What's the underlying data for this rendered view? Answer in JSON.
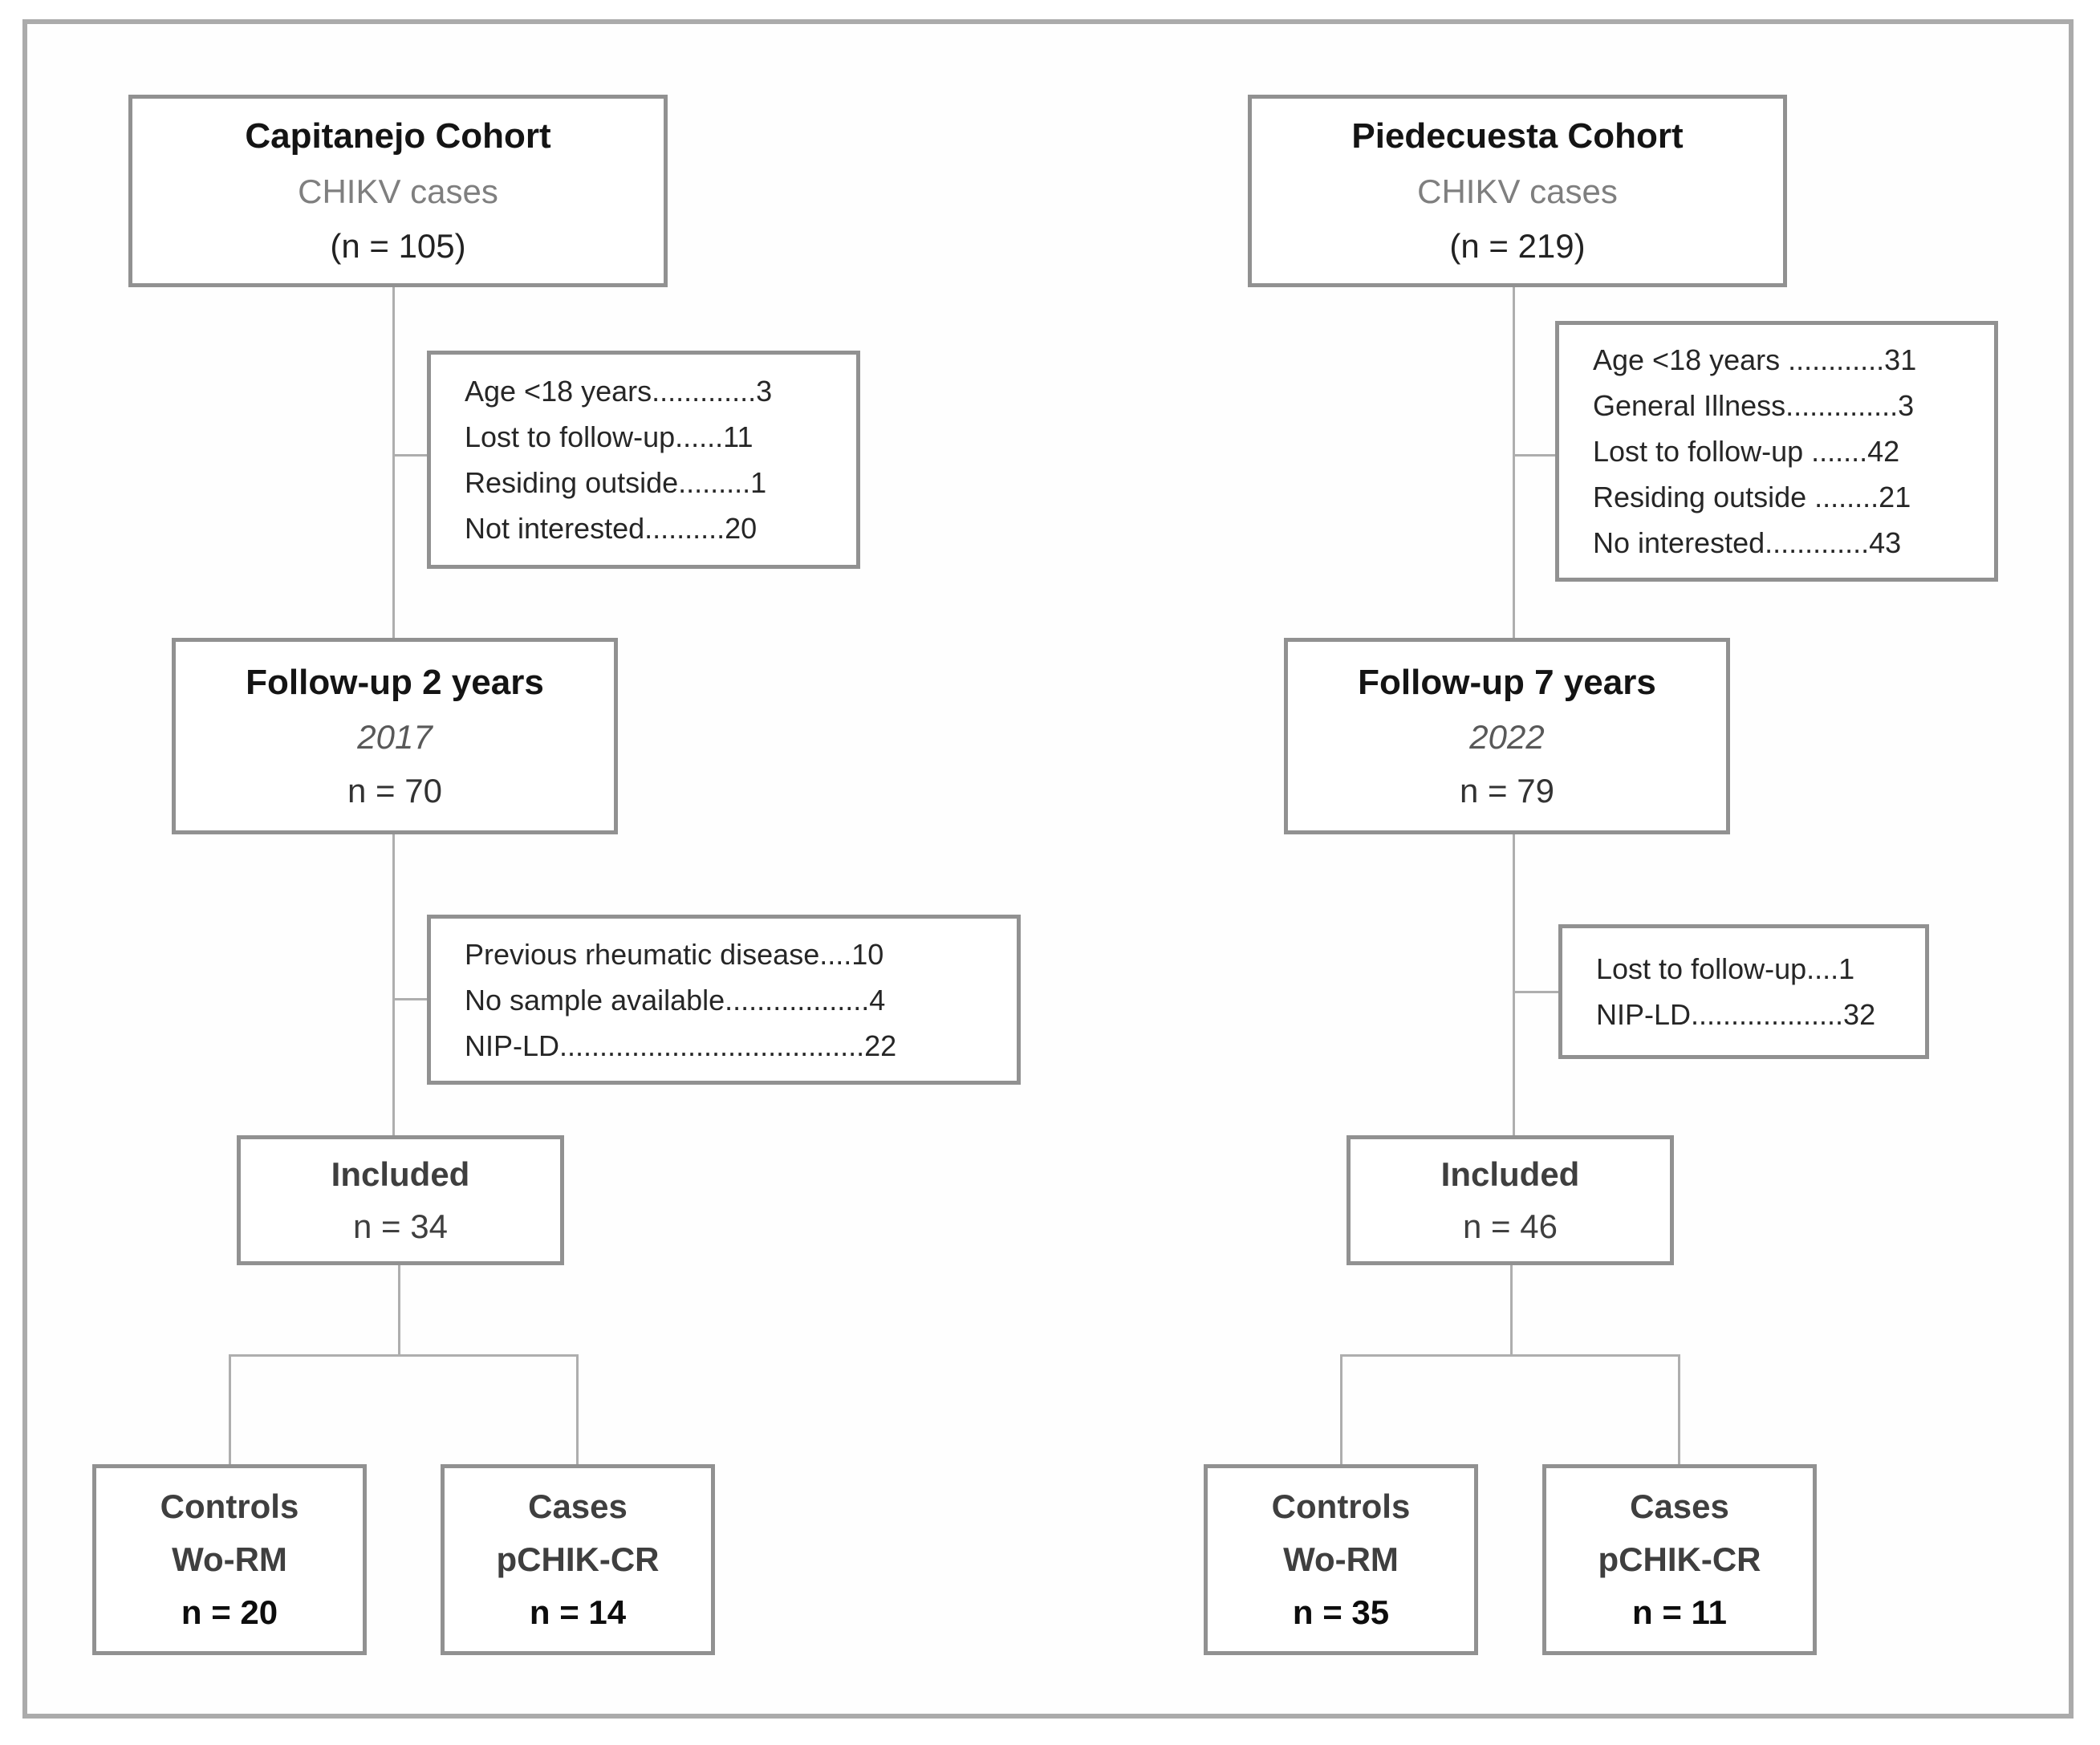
{
  "colors": {
    "box_border": "#919191",
    "outer_border": "#ababab",
    "connector": "#aeaeae",
    "title_text": "#141414",
    "muted_text": "#7f7f7f",
    "body_text": "#262626",
    "year_text": "#595959",
    "group_text": "#3f3f3f",
    "n_bold_text": "#0d0d0d"
  },
  "left_column": {
    "cohort_box": {
      "title": "Capitanejo Cohort",
      "subtitle": "CHIKV cases",
      "n_label": "(n = 105)"
    },
    "exclusion_box_1": {
      "lines": [
        "Age <18 years.............3",
        "Lost to follow-up......11",
        "Residing outside.........1",
        "Not interested..........20"
      ]
    },
    "followup_box": {
      "title": "Follow-up 2 years",
      "year": "2017",
      "n_label": "n = 70"
    },
    "exclusion_box_2": {
      "lines": [
        "Previous rheumatic disease....10",
        "No sample available..................4",
        "NIP-LD......................................22"
      ]
    },
    "included_box": {
      "title": "Included",
      "n_label": "n = 34"
    },
    "controls_box": {
      "line1": "Controls",
      "line2": "Wo-RM",
      "n_label": "n = 20"
    },
    "cases_box": {
      "line1": "Cases",
      "line2": "pCHIK-CR",
      "n_label": "n = 14"
    }
  },
  "right_column": {
    "cohort_box": {
      "title": "Piedecuesta Cohort",
      "subtitle": "CHIKV cases",
      "n_label": "(n = 219)"
    },
    "exclusion_box_1": {
      "lines": [
        "Age <18 years ............31",
        "General Illness..............3",
        "Lost to follow-up .......42",
        "Residing outside ........21",
        "No interested.............43"
      ]
    },
    "followup_box": {
      "title": "Follow-up 7 years",
      "year": "2022",
      "n_label": "n = 79"
    },
    "exclusion_box_2": {
      "lines": [
        "Lost to follow-up....1",
        "NIP-LD...................32"
      ]
    },
    "included_box": {
      "title": "Included",
      "n_label": "n = 46"
    },
    "controls_box": {
      "line1": "Controls",
      "line2": "Wo-RM",
      "n_label": "n = 35"
    },
    "cases_box": {
      "line1": "Cases",
      "line2": "pCHIK-CR",
      "n_label": "n = 11"
    }
  }
}
